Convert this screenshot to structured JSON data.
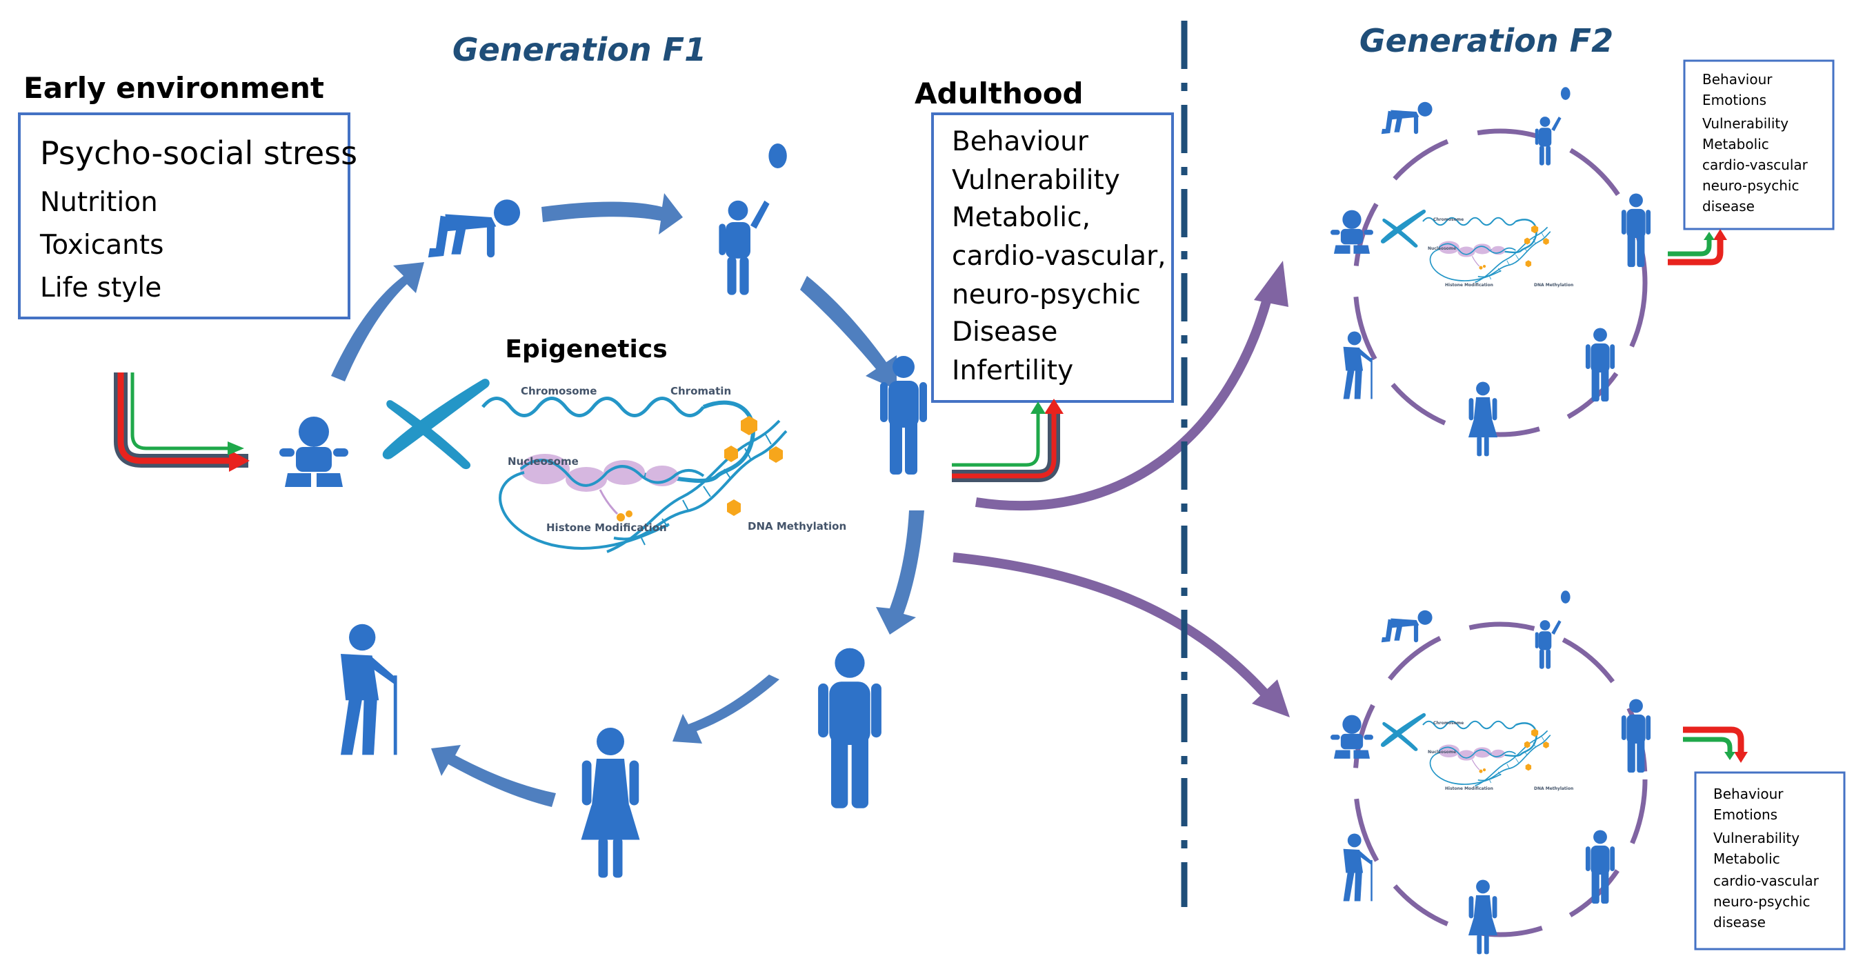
{
  "colors": {
    "blue": "#2E72C8",
    "arrow_blue": "#4F7FBF",
    "title_blue": "#1F4E79",
    "purple": "#8064A2",
    "dna": "#2496C7",
    "histone": "#D6B7E0",
    "methyl": "#F7A61B",
    "red": "#E8231E",
    "green": "#1FA84A",
    "dark": "#44546A",
    "box_border": "#4472C4"
  },
  "generation_f1": {
    "title": "Generation F1"
  },
  "generation_f2": {
    "title": "Generation F2"
  },
  "early_environment": {
    "title": "Early environment",
    "items": [
      "Psycho-social stress",
      "Nutrition",
      "Toxicants",
      "Life style"
    ]
  },
  "adulthood": {
    "title": "Adulthood",
    "items": [
      "Behaviour",
      "Vulnerability",
      "Metabolic,",
      "cardio-vascular,",
      "neuro-psychic",
      "Disease",
      "Infertility"
    ]
  },
  "epigenetics": {
    "title": "Epigenetics",
    "labels": {
      "chromosome": "Chromosome",
      "chromatin": "Chromatin",
      "nucleosome": "Nucleosome",
      "histone_modification": "Histone Modification",
      "dna_methylation": "DNA Methylation"
    }
  },
  "f2_top_outcomes": [
    "Behaviour",
    "Emotions",
    "Vulnerability",
    "Metabolic",
    "cardio-vascular",
    "neuro-psychic",
    "disease"
  ],
  "f2_bottom_outcomes": [
    "Behaviour",
    "Emotions",
    "Vulnerability",
    "Metabolic",
    "cardio-vascular",
    "neuro-psychic",
    "disease"
  ],
  "icons": {
    "life_stages": [
      "baby-icon",
      "crawling-child-icon",
      "child-with-balloon-icon",
      "adult-man-icon",
      "adult-pair-icon",
      "adult-woman-icon",
      "elderly-with-cane-icon"
    ],
    "other": [
      "chromosome-icon",
      "dna-helix-icon",
      "nucleosome-icon",
      "methyl-group-icon",
      "bent-arrow-icon",
      "dashed-divider"
    ]
  }
}
